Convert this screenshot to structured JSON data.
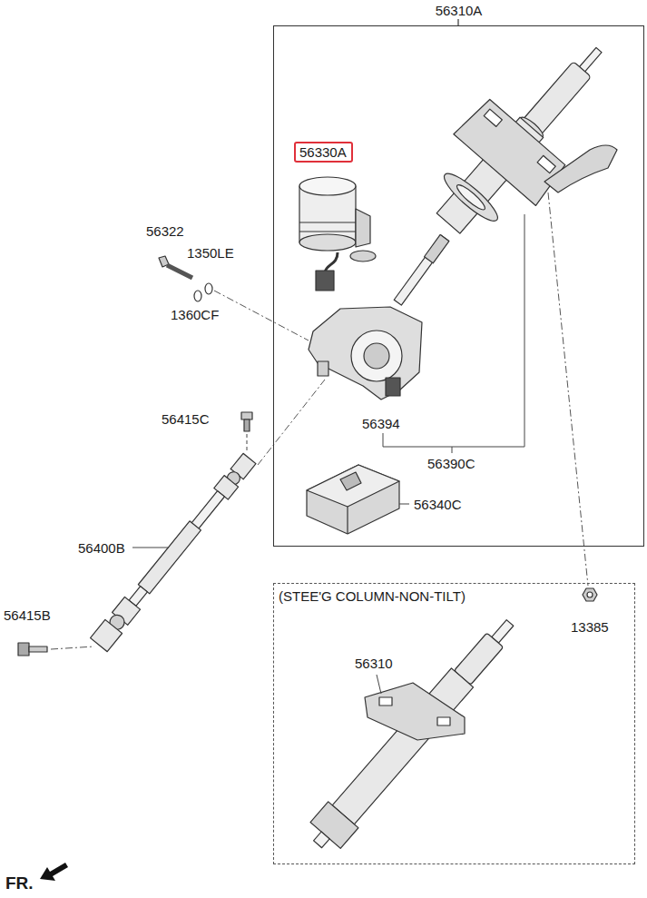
{
  "diagram": {
    "nodes": [
      {
        "text": [
          "56310A"
        ]
      },
      {
        "text": [
          "56330A"
        ],
        "in": 0
      },
      {
        "text": [
          "(STEE'G COLUMN-NON-TILT)"
        ]
      }
    ],
    "labels": [
      "56322",
      "1350LE",
      "1360CF",
      "56415C",
      "56394",
      "56390C",
      "56340C",
      "56400B",
      "56415B",
      "13385",
      "56310",
      "FR."
    ]
  }
}
